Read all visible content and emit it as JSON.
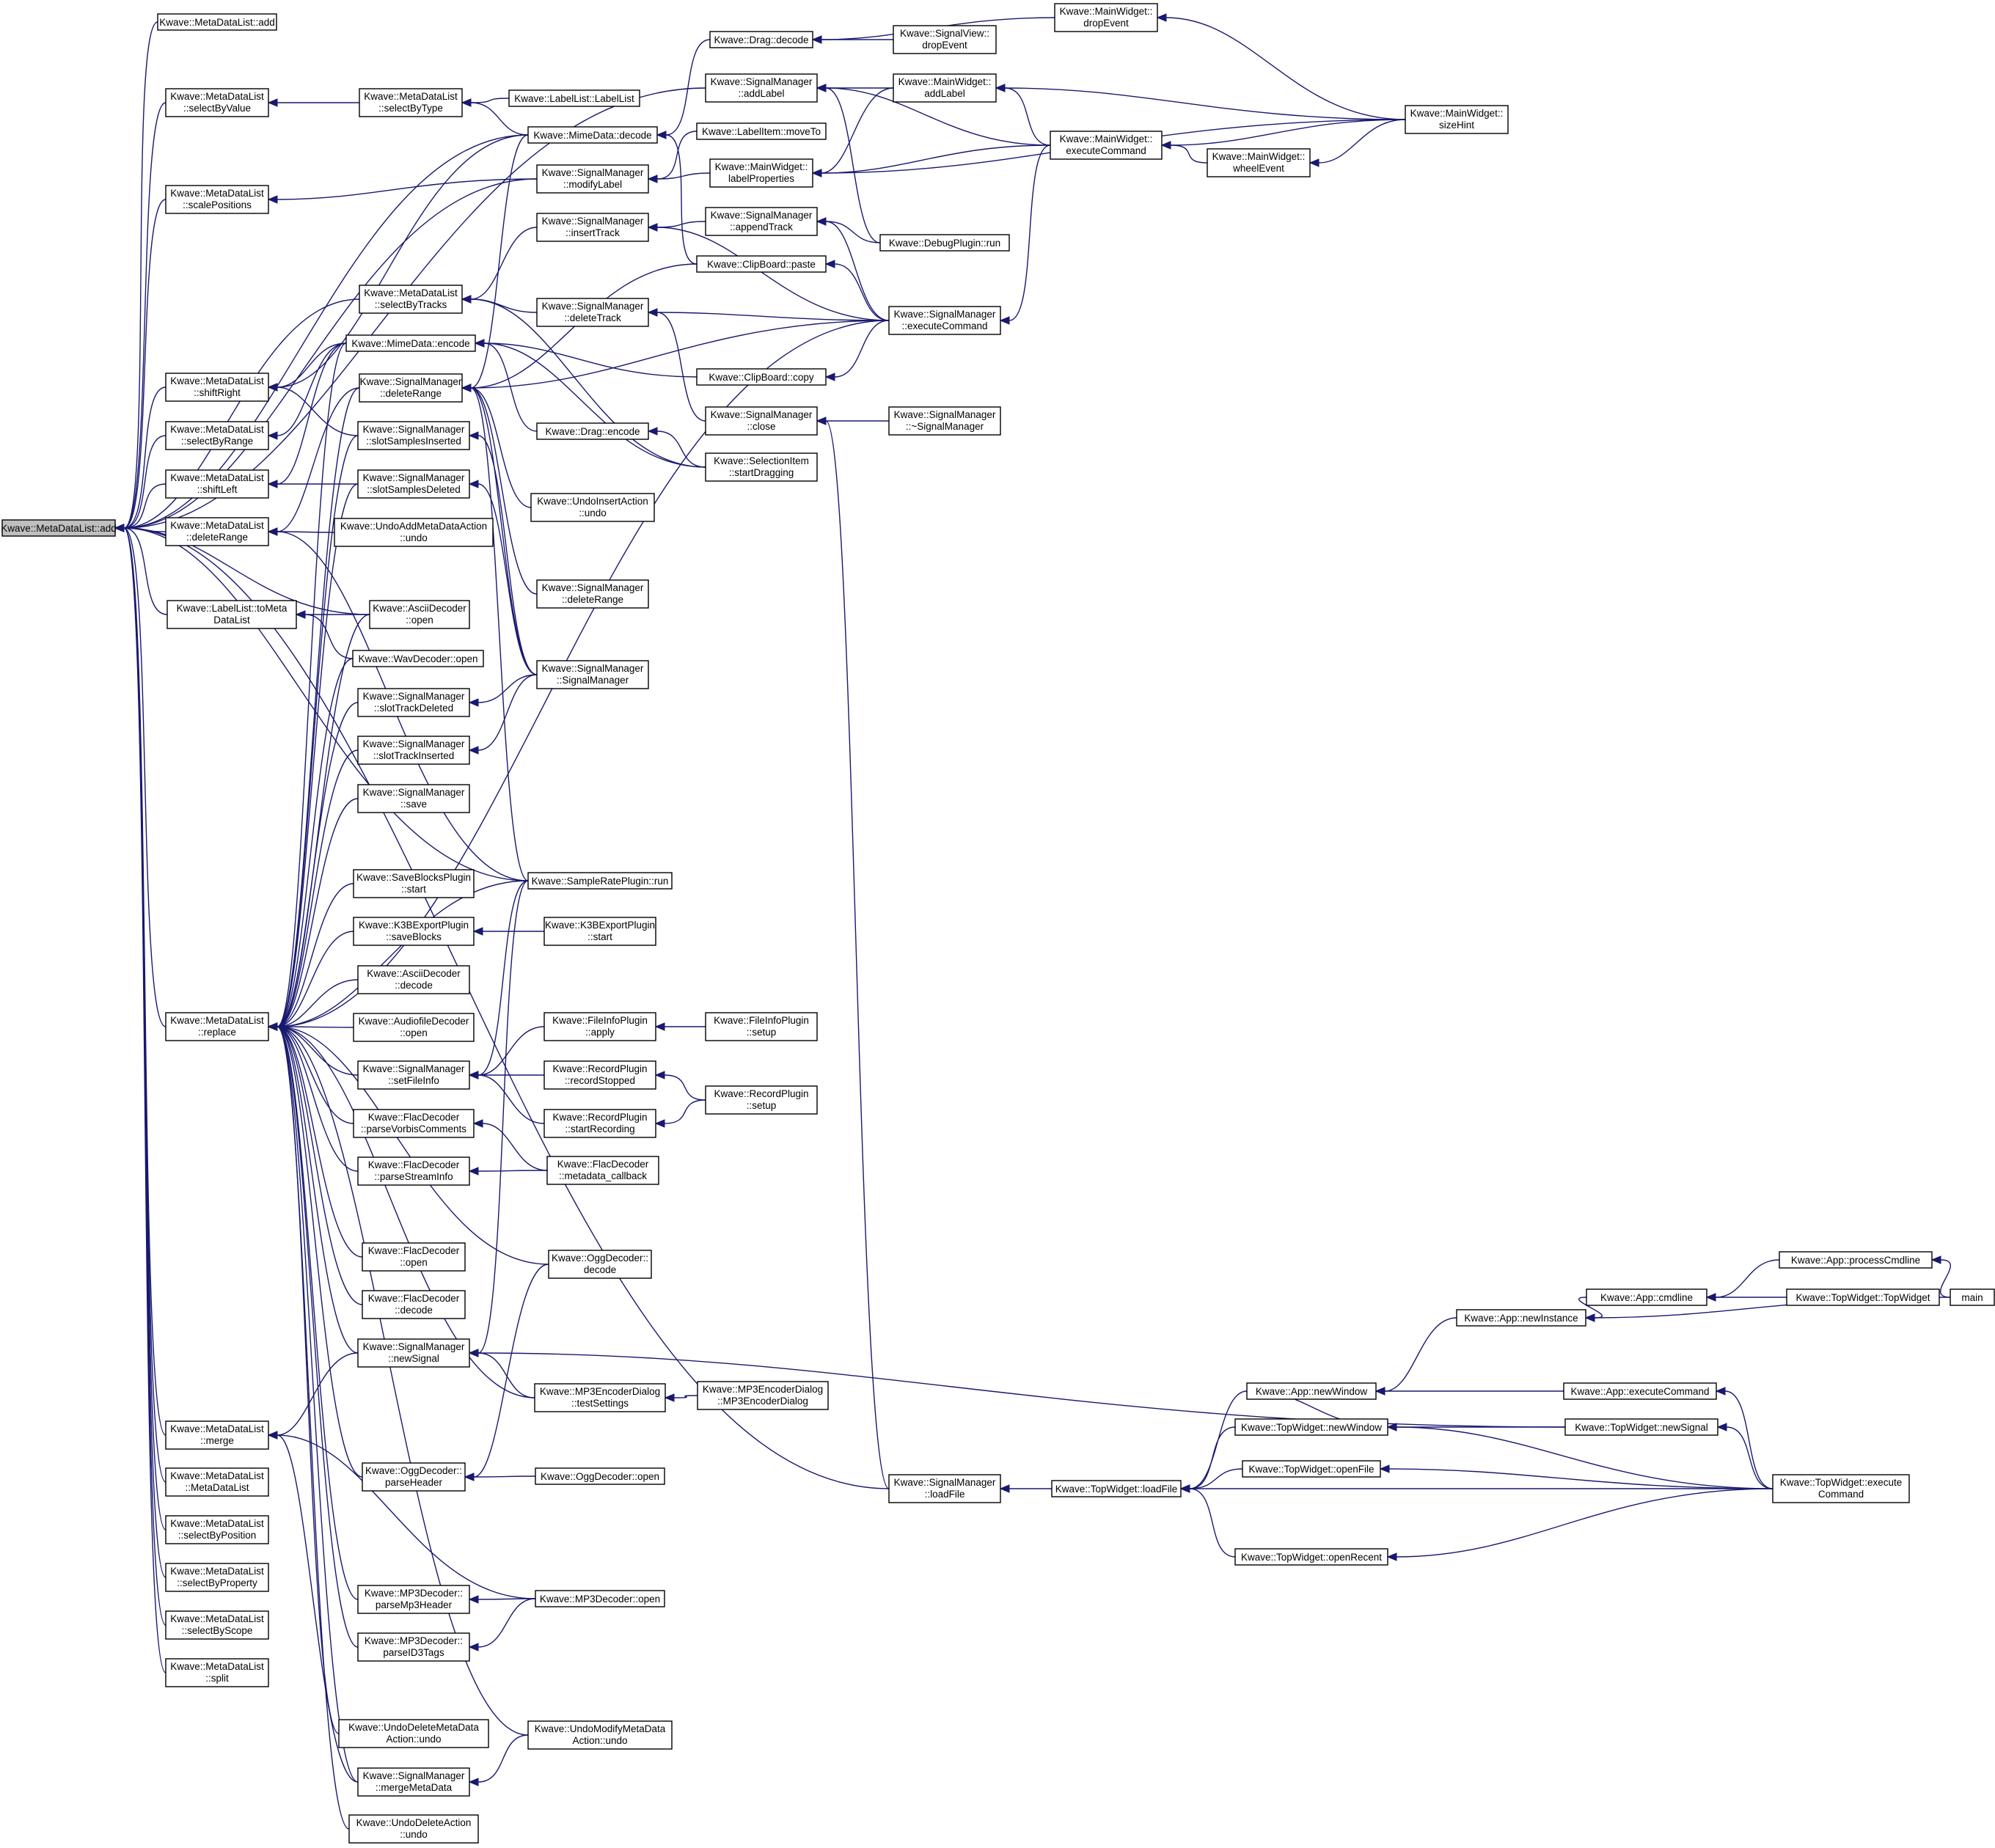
{
  "diagram": {
    "type": "call-graph",
    "root": "n0",
    "colors": {
      "edge": "#191970",
      "node_border": "#000000",
      "root_fill": "#bfbfbf",
      "node_fill": "#ffffff"
    },
    "nodes": [
      {
        "id": "n0",
        "lines": [
          "Kwave::MetaDataList::add"
        ]
      },
      {
        "id": "n1",
        "lines": [
          "Kwave::MetaDataList::add"
        ]
      },
      {
        "id": "n2",
        "lines": [
          "Kwave::MetaDataList",
          "::selectByValue"
        ]
      },
      {
        "id": "n3",
        "lines": [
          "Kwave::MetaDataList",
          "::selectByType"
        ]
      },
      {
        "id": "n4",
        "lines": [
          "Kwave::LabelList::LabelList"
        ]
      },
      {
        "id": "n5",
        "lines": [
          "Kwave::MetaDataList",
          "::scalePositions"
        ]
      },
      {
        "id": "n6",
        "lines": [
          "Kwave::MetaDataList",
          "::selectByTracks"
        ]
      },
      {
        "id": "n7",
        "lines": [
          "Kwave::MetaDataList",
          "::shiftRight"
        ]
      },
      {
        "id": "n8",
        "lines": [
          "Kwave::MetaDataList",
          "::selectByRange"
        ]
      },
      {
        "id": "n9",
        "lines": [
          "Kwave::MetaDataList",
          "::shiftLeft"
        ]
      },
      {
        "id": "n10",
        "lines": [
          "Kwave::MetaDataList",
          "::deleteRange"
        ]
      },
      {
        "id": "n11",
        "lines": [
          "Kwave::LabelList::toMeta",
          "DataList"
        ]
      },
      {
        "id": "n12",
        "lines": [
          "Kwave::MetaDataList",
          "::replace"
        ]
      },
      {
        "id": "n13",
        "lines": [
          "Kwave::MetaDataList",
          "::merge"
        ]
      },
      {
        "id": "n14",
        "lines": [
          "Kwave::MetaDataList",
          "::MetaDataList"
        ]
      },
      {
        "id": "n15",
        "lines": [
          "Kwave::MetaDataList",
          "::selectByPosition"
        ]
      },
      {
        "id": "n16",
        "lines": [
          "Kwave::MetaDataList",
          "::selectByProperty"
        ]
      },
      {
        "id": "n17",
        "lines": [
          "Kwave::MetaDataList",
          "::selectByScope"
        ]
      },
      {
        "id": "n18",
        "lines": [
          "Kwave::MetaDataList",
          "::split"
        ]
      },
      {
        "id": "n19",
        "lines": [
          "Kwave::MimeData::encode"
        ]
      },
      {
        "id": "n20",
        "lines": [
          "Kwave::SignalManager",
          "::deleteRange"
        ]
      },
      {
        "id": "n21",
        "lines": [
          "Kwave::SignalManager",
          "::slotSamplesInserted"
        ]
      },
      {
        "id": "n22",
        "lines": [
          "Kwave::SignalManager",
          "::slotSamplesDeleted"
        ]
      },
      {
        "id": "n23",
        "lines": [
          "Kwave::UndoAddMetaDataAction",
          "::undo"
        ]
      },
      {
        "id": "n24",
        "lines": [
          "Kwave::AsciiDecoder",
          "::open"
        ]
      },
      {
        "id": "n25",
        "lines": [
          "Kwave::WavDecoder::open"
        ]
      },
      {
        "id": "n26",
        "lines": [
          "Kwave::SignalManager",
          "::slotTrackDeleted"
        ]
      },
      {
        "id": "n27",
        "lines": [
          "Kwave::SignalManager",
          "::slotTrackInserted"
        ]
      },
      {
        "id": "n28",
        "lines": [
          "Kwave::SignalManager",
          "::save"
        ]
      },
      {
        "id": "n29",
        "lines": [
          "Kwave::SaveBlocksPlugin",
          "::start"
        ]
      },
      {
        "id": "n30",
        "lines": [
          "Kwave::K3BExportPlugin",
          "::saveBlocks"
        ]
      },
      {
        "id": "n31",
        "lines": [
          "Kwave::AsciiDecoder",
          "::decode"
        ]
      },
      {
        "id": "n32",
        "lines": [
          "Kwave::AudiofileDecoder",
          "::open"
        ]
      },
      {
        "id": "n33",
        "lines": [
          "Kwave::SignalManager",
          "::setFileInfo"
        ]
      },
      {
        "id": "n34",
        "lines": [
          "Kwave::FlacDecoder",
          "::parseVorbisComments"
        ]
      },
      {
        "id": "n35",
        "lines": [
          "Kwave::FlacDecoder",
          "::parseStreamInfo"
        ]
      },
      {
        "id": "n36",
        "lines": [
          "Kwave::FlacDecoder",
          "::open"
        ]
      },
      {
        "id": "n37",
        "lines": [
          "Kwave::FlacDecoder",
          "::decode"
        ]
      },
      {
        "id": "n38",
        "lines": [
          "Kwave::SignalManager",
          "::newSignal"
        ]
      },
      {
        "id": "n39",
        "lines": [
          "Kwave::OggDecoder::",
          "parseHeader"
        ]
      },
      {
        "id": "n40",
        "lines": [
          "Kwave::MP3Decoder::",
          "parseMp3Header"
        ]
      },
      {
        "id": "n41",
        "lines": [
          "Kwave::MP3Decoder::",
          "parseID3Tags"
        ]
      },
      {
        "id": "n42",
        "lines": [
          "Kwave::UndoDeleteMetaData",
          "Action::undo"
        ]
      },
      {
        "id": "n43",
        "lines": [
          "Kwave::SignalManager",
          "::mergeMetaData"
        ]
      },
      {
        "id": "n44",
        "lines": [
          "Kwave::UndoDeleteAction",
          "::undo"
        ]
      },
      {
        "id": "n45",
        "lines": [
          "Kwave::MimeData::decode"
        ]
      },
      {
        "id": "n46",
        "lines": [
          "Kwave::SignalManager",
          "::modifyLabel"
        ]
      },
      {
        "id": "n47",
        "lines": [
          "Kwave::SignalManager",
          "::insertTrack"
        ]
      },
      {
        "id": "n48",
        "lines": [
          "Kwave::SignalManager",
          "::deleteTrack"
        ]
      },
      {
        "id": "n49",
        "lines": [
          "Kwave::Drag::encode"
        ]
      },
      {
        "id": "n50",
        "lines": [
          "Kwave::UndoInsertAction",
          "::undo"
        ]
      },
      {
        "id": "n51",
        "lines": [
          "Kwave::SignalManager",
          "::deleteRange"
        ]
      },
      {
        "id": "n52",
        "lines": [
          "Kwave::SignalManager",
          "::SignalManager"
        ]
      },
      {
        "id": "n53",
        "lines": [
          "Kwave::SampleRatePlugin::run"
        ]
      },
      {
        "id": "n54",
        "lines": [
          "Kwave::K3BExportPlugin",
          "::start"
        ]
      },
      {
        "id": "n55",
        "lines": [
          "Kwave::FileInfoPlugin",
          "::apply"
        ]
      },
      {
        "id": "n56",
        "lines": [
          "Kwave::RecordPlugin",
          "::recordStopped"
        ]
      },
      {
        "id": "n57",
        "lines": [
          "Kwave::RecordPlugin",
          "::startRecording"
        ]
      },
      {
        "id": "n58",
        "lines": [
          "Kwave::FlacDecoder",
          "::metadata_callback"
        ]
      },
      {
        "id": "n59",
        "lines": [
          "Kwave::OggDecoder::",
          "decode"
        ]
      },
      {
        "id": "n60",
        "lines": [
          "Kwave::MP3EncoderDialog",
          "::testSettings"
        ]
      },
      {
        "id": "n61",
        "lines": [
          "Kwave::OggDecoder::open"
        ]
      },
      {
        "id": "n62",
        "lines": [
          "Kwave::MP3Decoder::open"
        ]
      },
      {
        "id": "n63",
        "lines": [
          "Kwave::UndoModifyMetaData",
          "Action::undo"
        ]
      },
      {
        "id": "n64",
        "lines": [
          "Kwave::Drag::decode"
        ]
      },
      {
        "id": "n65",
        "lines": [
          "Kwave::SignalManager",
          "::addLabel"
        ]
      },
      {
        "id": "n66",
        "lines": [
          "Kwave::LabelItem::moveTo"
        ]
      },
      {
        "id": "n67",
        "lines": [
          "Kwave::MainWidget::",
          "labelProperties"
        ]
      },
      {
        "id": "n68",
        "lines": [
          "Kwave::SignalManager",
          "::appendTrack"
        ]
      },
      {
        "id": "n69",
        "lines": [
          "Kwave::ClipBoard::paste"
        ]
      },
      {
        "id": "n70",
        "lines": [
          "Kwave::ClipBoard::copy"
        ]
      },
      {
        "id": "n71",
        "lines": [
          "Kwave::SignalManager",
          "::close"
        ]
      },
      {
        "id": "n72",
        "lines": [
          "Kwave::SelectionItem",
          "::startDragging"
        ]
      },
      {
        "id": "n73",
        "lines": [
          "Kwave::FileInfoPlugin",
          "::setup"
        ]
      },
      {
        "id": "n74",
        "lines": [
          "Kwave::RecordPlugin",
          "::setup"
        ]
      },
      {
        "id": "n75",
        "lines": [
          "Kwave::MP3EncoderDialog",
          "::MP3EncoderDialog"
        ]
      },
      {
        "id": "n76",
        "lines": [
          "Kwave::SignalManager",
          "::loadFile"
        ]
      },
      {
        "id": "n77",
        "lines": [
          "Kwave::SignalView::",
          "dropEvent"
        ]
      },
      {
        "id": "n78",
        "lines": [
          "Kwave::MainWidget::",
          "addLabel"
        ]
      },
      {
        "id": "n79",
        "lines": [
          "Kwave::DebugPlugin::run"
        ]
      },
      {
        "id": "n80",
        "lines": [
          "Kwave::SignalManager",
          "::executeCommand"
        ]
      },
      {
        "id": "n81",
        "lines": [
          "Kwave::SignalManager",
          "::~SignalManager"
        ]
      },
      {
        "id": "n82",
        "lines": [
          "Kwave::MainWidget::",
          "dropEvent"
        ]
      },
      {
        "id": "n83",
        "lines": [
          "Kwave::MainWidget::",
          "executeCommand"
        ]
      },
      {
        "id": "n84",
        "lines": [
          "Kwave::MainWidget::",
          "wheelEvent"
        ]
      },
      {
        "id": "n85",
        "lines": [
          "Kwave::MainWidget::",
          "sizeHint"
        ]
      },
      {
        "id": "n86",
        "lines": [
          "Kwave::TopWidget::loadFile"
        ]
      },
      {
        "id": "n87",
        "lines": [
          "Kwave::App::newWindow"
        ]
      },
      {
        "id": "n88",
        "lines": [
          "Kwave::TopWidget::openFile"
        ]
      },
      {
        "id": "n89",
        "lines": [
          "Kwave::TopWidget::newWindow"
        ]
      },
      {
        "id": "n90",
        "lines": [
          "Kwave::TopWidget::openRecent"
        ]
      },
      {
        "id": "n91",
        "lines": [
          "Kwave::App::newInstance"
        ]
      },
      {
        "id": "n92",
        "lines": [
          "Kwave::App::executeCommand"
        ]
      },
      {
        "id": "n93",
        "lines": [
          "Kwave::TopWidget::newSignal"
        ]
      },
      {
        "id": "n94",
        "lines": [
          "Kwave::TopWidget::execute",
          "Command"
        ]
      },
      {
        "id": "n95",
        "lines": [
          "Kwave::App::cmdline"
        ]
      },
      {
        "id": "n96",
        "lines": [
          "Kwave::App::processCmdline"
        ]
      },
      {
        "id": "n97",
        "lines": [
          "Kwave::TopWidget::TopWidget"
        ]
      },
      {
        "id": "n98",
        "lines": [
          "main"
        ]
      }
    ],
    "edges": [
      [
        "n1",
        "n0"
      ],
      [
        "n2",
        "n0"
      ],
      [
        "n5",
        "n0"
      ],
      [
        "n6",
        "n0"
      ],
      [
        "n7",
        "n0"
      ],
      [
        "n8",
        "n0"
      ],
      [
        "n9",
        "n0"
      ],
      [
        "n10",
        "n0"
      ],
      [
        "n11",
        "n0"
      ],
      [
        "n12",
        "n0"
      ],
      [
        "n13",
        "n0"
      ],
      [
        "n14",
        "n0"
      ],
      [
        "n15",
        "n0"
      ],
      [
        "n16",
        "n0"
      ],
      [
        "n17",
        "n0"
      ],
      [
        "n18",
        "n0"
      ],
      [
        "n65",
        "n0"
      ],
      [
        "n45",
        "n0"
      ],
      [
        "n46",
        "n0"
      ],
      [
        "n24",
        "n0"
      ],
      [
        "n53",
        "n0"
      ],
      [
        "n76",
        "n0"
      ],
      [
        "n3",
        "n2"
      ],
      [
        "n4",
        "n3"
      ],
      [
        "n45",
        "n3"
      ],
      [
        "n46",
        "n5"
      ],
      [
        "n47",
        "n6"
      ],
      [
        "n48",
        "n6"
      ],
      [
        "n72",
        "n6"
      ],
      [
        "n45",
        "n7"
      ],
      [
        "n21",
        "n7"
      ],
      [
        "n19",
        "n7"
      ],
      [
        "n19",
        "n8"
      ],
      [
        "n22",
        "n9"
      ],
      [
        "n19",
        "n9"
      ],
      [
        "n20",
        "n10"
      ],
      [
        "n23",
        "n10"
      ],
      [
        "n53",
        "n10"
      ],
      [
        "n24",
        "n11"
      ],
      [
        "n25",
        "n11"
      ],
      [
        "n19",
        "n12"
      ],
      [
        "n20",
        "n12"
      ],
      [
        "n21",
        "n12"
      ],
      [
        "n22",
        "n12"
      ],
      [
        "n24",
        "n12"
      ],
      [
        "n25",
        "n12"
      ],
      [
        "n26",
        "n12"
      ],
      [
        "n27",
        "n12"
      ],
      [
        "n28",
        "n12"
      ],
      [
        "n29",
        "n12"
      ],
      [
        "n30",
        "n12"
      ],
      [
        "n31",
        "n12"
      ],
      [
        "n32",
        "n12"
      ],
      [
        "n33",
        "n12"
      ],
      [
        "n34",
        "n12"
      ],
      [
        "n35",
        "n12"
      ],
      [
        "n36",
        "n12"
      ],
      [
        "n37",
        "n12"
      ],
      [
        "n38",
        "n12"
      ],
      [
        "n39",
        "n12"
      ],
      [
        "n40",
        "n12"
      ],
      [
        "n41",
        "n12"
      ],
      [
        "n42",
        "n12"
      ],
      [
        "n43",
        "n12"
      ],
      [
        "n44",
        "n12"
      ],
      [
        "n53",
        "n12"
      ],
      [
        "n59",
        "n12"
      ],
      [
        "n60",
        "n12"
      ],
      [
        "n63",
        "n12"
      ],
      [
        "n80",
        "n12"
      ],
      [
        "n38",
        "n13"
      ],
      [
        "n62",
        "n13"
      ],
      [
        "n43",
        "n13"
      ],
      [
        "n49",
        "n19"
      ],
      [
        "n70",
        "n19"
      ],
      [
        "n72",
        "n19"
      ],
      [
        "n45",
        "n20"
      ],
      [
        "n50",
        "n20"
      ],
      [
        "n51",
        "n20"
      ],
      [
        "n52",
        "n20"
      ],
      [
        "n53",
        "n20"
      ],
      [
        "n69",
        "n20"
      ],
      [
        "n80",
        "n20"
      ],
      [
        "n52",
        "n21"
      ],
      [
        "n52",
        "n22"
      ],
      [
        "n52",
        "n26"
      ],
      [
        "n52",
        "n27"
      ],
      [
        "n54",
        "n30"
      ],
      [
        "n55",
        "n33"
      ],
      [
        "n56",
        "n33"
      ],
      [
        "n57",
        "n33"
      ],
      [
        "n53",
        "n33"
      ],
      [
        "n58",
        "n34"
      ],
      [
        "n58",
        "n35"
      ],
      [
        "n53",
        "n38"
      ],
      [
        "n60",
        "n38"
      ],
      [
        "n93",
        "n38"
      ],
      [
        "n59",
        "n39"
      ],
      [
        "n61",
        "n39"
      ],
      [
        "n62",
        "n40"
      ],
      [
        "n62",
        "n41"
      ],
      [
        "n63",
        "n43"
      ],
      [
        "n64",
        "n45"
      ],
      [
        "n69",
        "n45"
      ],
      [
        "n67",
        "n46"
      ],
      [
        "n66",
        "n46"
      ],
      [
        "n68",
        "n47"
      ],
      [
        "n80",
        "n47"
      ],
      [
        "n71",
        "n48"
      ],
      [
        "n80",
        "n48"
      ],
      [
        "n72",
        "n49"
      ],
      [
        "n82",
        "n64"
      ],
      [
        "n77",
        "n64"
      ],
      [
        "n78",
        "n65"
      ],
      [
        "n83",
        "n65"
      ],
      [
        "n79",
        "n65"
      ],
      [
        "n78",
        "n67"
      ],
      [
        "n83",
        "n67"
      ],
      [
        "n85",
        "n67"
      ],
      [
        "n79",
        "n68"
      ],
      [
        "n80",
        "n68"
      ],
      [
        "n80",
        "n69"
      ],
      [
        "n80",
        "n70"
      ],
      [
        "n81",
        "n71"
      ],
      [
        "n76",
        "n71"
      ],
      [
        "n73",
        "n55"
      ],
      [
        "n74",
        "n56"
      ],
      [
        "n74",
        "n57"
      ],
      [
        "n75",
        "n60"
      ],
      [
        "n85",
        "n78"
      ],
      [
        "n83",
        "n78"
      ],
      [
        "n83",
        "n80"
      ],
      [
        "n85",
        "n82"
      ],
      [
        "n85",
        "n83"
      ],
      [
        "n84",
        "n83"
      ],
      [
        "n85",
        "n84"
      ],
      [
        "n86",
        "n76"
      ],
      [
        "n87",
        "n86"
      ],
      [
        "n88",
        "n86"
      ],
      [
        "n89",
        "n86"
      ],
      [
        "n90",
        "n86"
      ],
      [
        "n94",
        "n86"
      ],
      [
        "n91",
        "n87"
      ],
      [
        "n92",
        "n87"
      ],
      [
        "n89",
        "n87"
      ],
      [
        "n93",
        "n89"
      ],
      [
        "n94",
        "n89"
      ],
      [
        "n94",
        "n88"
      ],
      [
        "n94",
        "n90"
      ],
      [
        "n94",
        "n93"
      ],
      [
        "n94",
        "n92"
      ],
      [
        "n95",
        "n91"
      ],
      [
        "n98",
        "n91"
      ],
      [
        "n96",
        "n95"
      ],
      [
        "n97",
        "n95"
      ],
      [
        "n98",
        "n96"
      ]
    ]
  }
}
